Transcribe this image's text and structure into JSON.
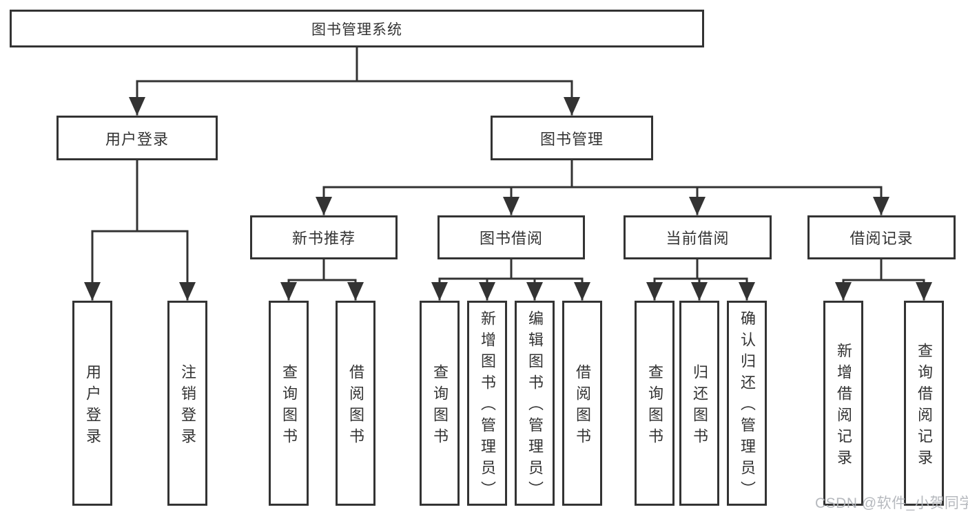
{
  "nodes": {
    "root": "图书管理系统",
    "user_login": "用户登录",
    "book_management": "图书管理",
    "new_book_recommend": "新书推荐",
    "book_borrow": "图书借阅",
    "current_borrow": "当前借阅",
    "borrow_record": "借阅记录",
    "leaf_user_login": "用户登录",
    "leaf_logout": "注销登录",
    "rec_query_book": "查询图书",
    "rec_borrow_book": "借阅图书",
    "bb_query_book": "查询图书",
    "bb_add_book": "新增图书（管理员）",
    "bb_edit_book": "编辑图书（管理员）",
    "bb_borrow_book": "借阅图书",
    "cb_query_book": "查询图书",
    "cb_return_book": "归还图书",
    "cb_confirm_return": "确认归还（管理员）",
    "br_add_record": "新增借阅记录",
    "br_query_record": "查询借阅记录"
  },
  "watermark": {
    "text": "CSDN @软件_小贺同学"
  },
  "colors": {
    "line": "#333333",
    "text": "#333333",
    "watermark": "#b2b5ba",
    "background": "#ffffff"
  }
}
